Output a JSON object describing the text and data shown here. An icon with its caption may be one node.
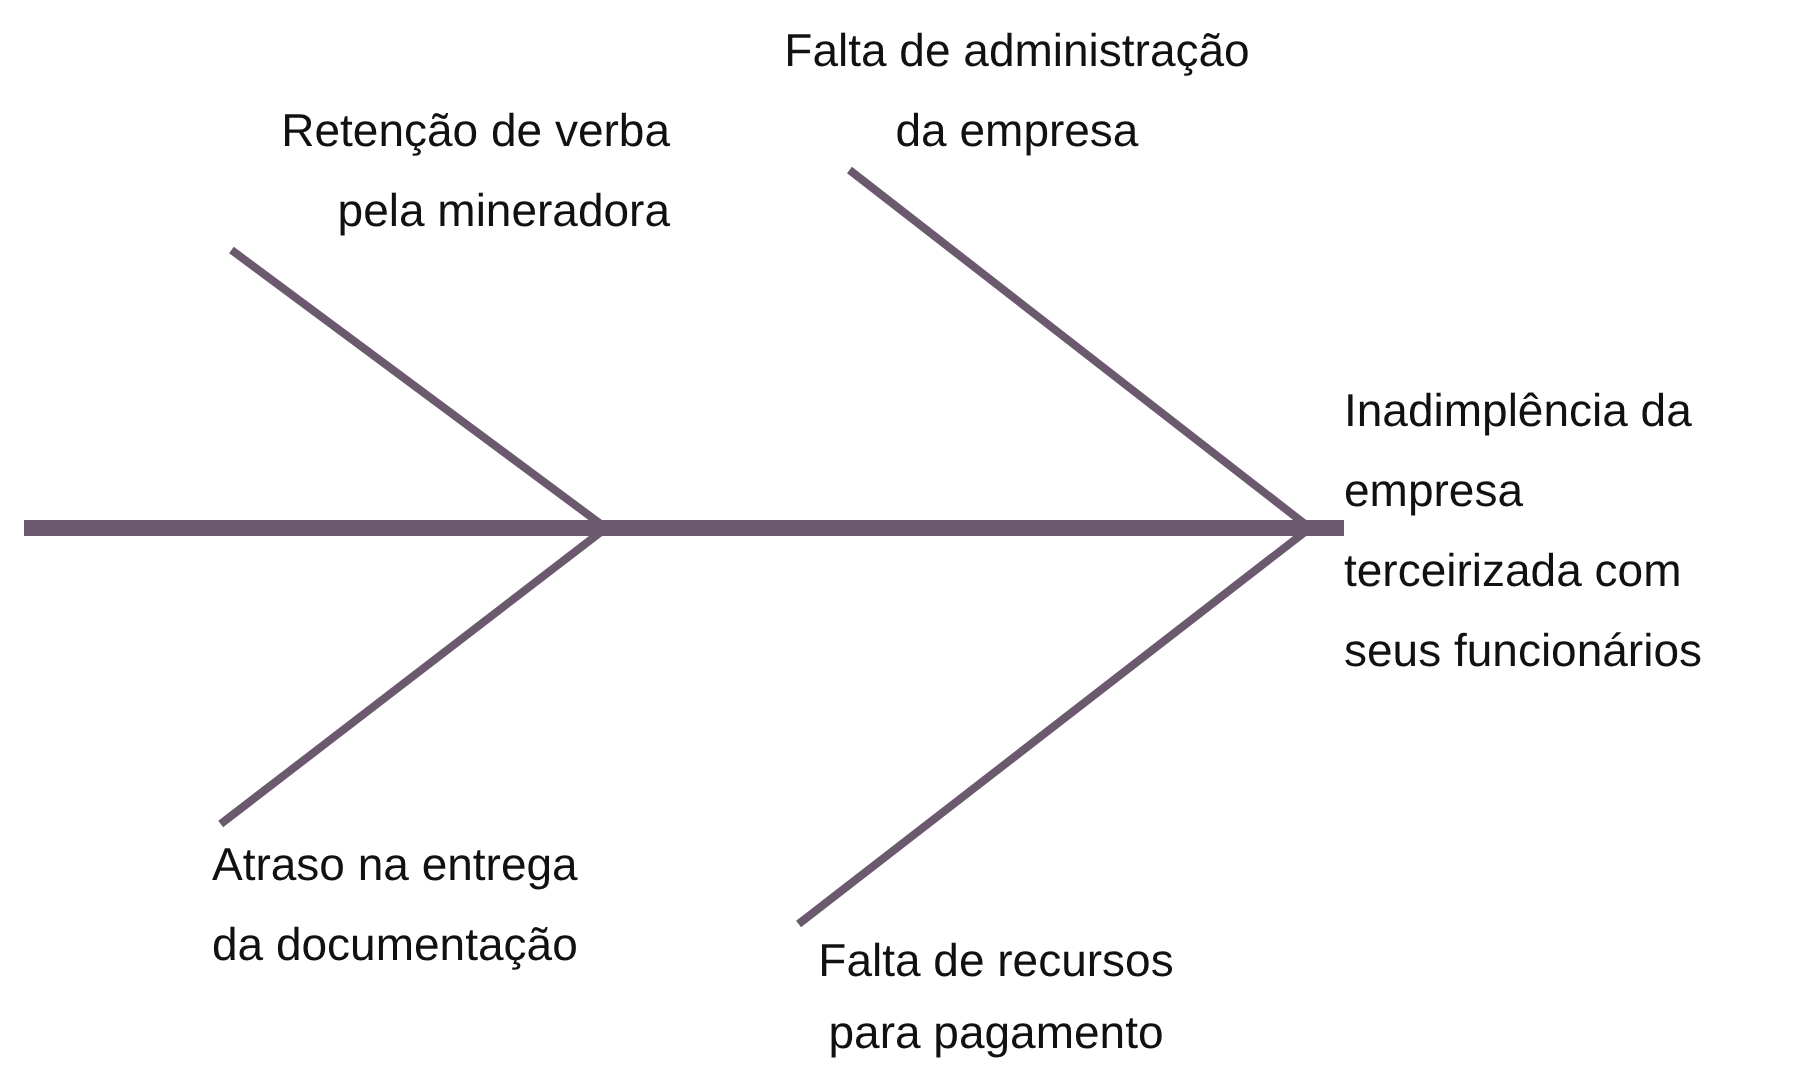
{
  "diagram": {
    "nodes": [
      {
        "text": [
          "Retenção de verba pela mineradora"
        ]
      },
      {
        "text": [
          "Falta de administração da empresa"
        ]
      },
      {
        "text": [
          "Inadimplência da empresa terceirizada com seus funcionários"
        ]
      },
      {
        "text": [
          "Atraso na entrega da documentação"
        ]
      },
      {
        "text": [
          "Falta de recursos para pagamento"
        ]
      }
    ],
    "edges": [
      {
        "from": null,
        "to": 2,
        "arrow": "none",
        "style": "thick"
      },
      {
        "from": 0,
        "to": null,
        "arrow": "none"
      },
      {
        "from": 1,
        "to": 2,
        "arrow": "none"
      },
      {
        "from": 3,
        "to": null,
        "arrow": "none"
      },
      {
        "from": 4,
        "to": 2,
        "arrow": "none"
      }
    ]
  }
}
